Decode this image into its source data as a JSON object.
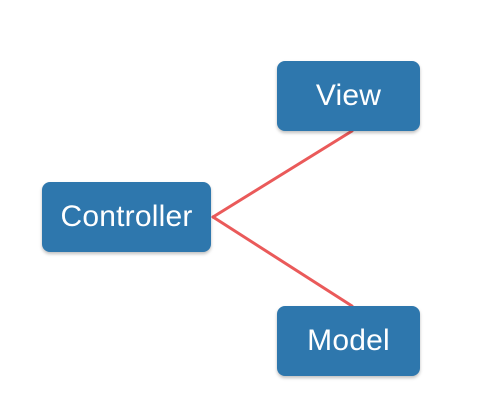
{
  "colors": {
    "node_fill": "#2e77ad",
    "edge_stroke": "#ea5a5a",
    "background": "#ffffff"
  },
  "nodes": {
    "view": "View",
    "controller": "Controller",
    "model": "Model"
  },
  "edges": [
    {
      "from": "controller",
      "to": "view"
    },
    {
      "from": "controller",
      "to": "model"
    }
  ]
}
